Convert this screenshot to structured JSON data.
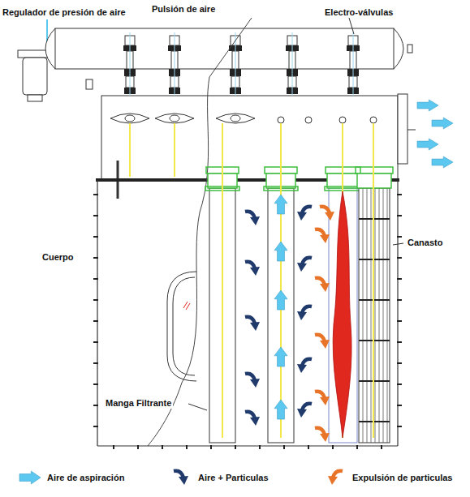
{
  "diagram": {
    "labels": [
      "Regulador de presión de aire",
      "Pulsión de aire",
      "Electro-válvulas",
      "Cuerpo",
      "Canasto",
      "Manga Filtrante"
    ],
    "legend": [
      {
        "text": "Aire de aspiración"
      },
      {
        "text": "Aire + Particulas"
      },
      {
        "text": "Expulsión de particulas"
      }
    ]
  }
}
